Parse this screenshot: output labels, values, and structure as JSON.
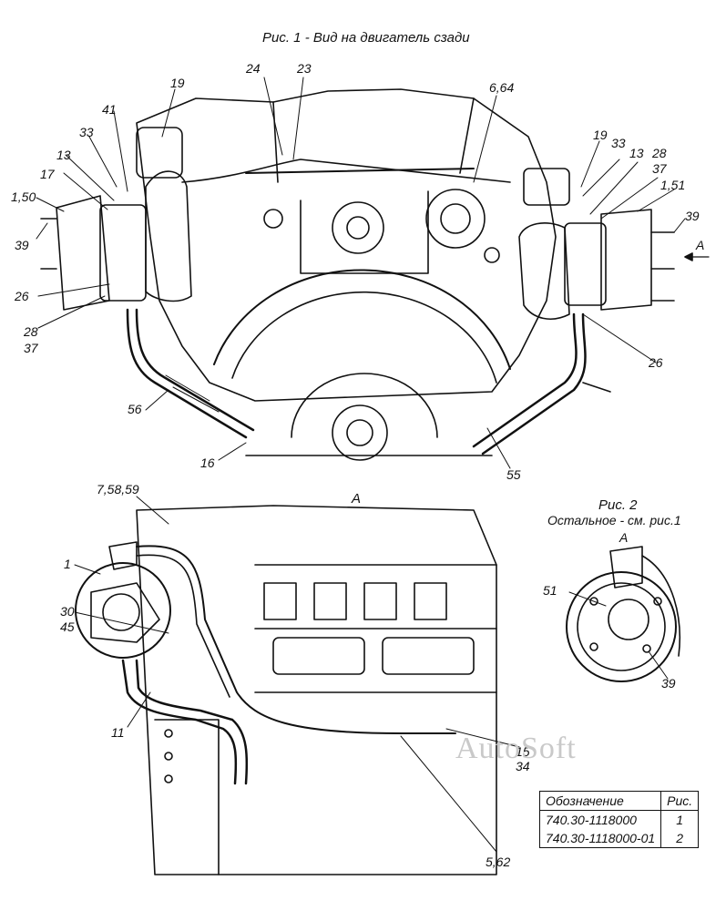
{
  "fig1_title": "Рис. 1  - Вид на двигатель сзади",
  "view_a_title": "А",
  "fig2_title": "Рис. 2",
  "fig2_note": "Остальное - см. рис.1",
  "fig2_view": "А",
  "arrow_a": "А",
  "watermark": "AutoSoft",
  "labels": {
    "l19a": "19",
    "l24": "24",
    "l23": "23",
    "l664": "6,64",
    "l41": "41",
    "l33a": "33",
    "l13a": "13",
    "l17": "17",
    "l150": "1,50",
    "l39a": "39",
    "l26a": "26",
    "l28a": "28",
    "l37a": "37",
    "l56": "56",
    "l16": "16",
    "l19b": "19",
    "l33b": "33",
    "l13b": "13",
    "l28b": "28",
    "l37b": "37",
    "l151": "1,51",
    "l39b": "39",
    "l26b": "26",
    "l55": "55",
    "l75859": "7,58,59",
    "l1": "1",
    "l30": "30",
    "l45": "45",
    "l11": "11",
    "l15": "15",
    "l34": "34",
    "l562": "5,62",
    "l51": "51",
    "l39c": "39"
  },
  "table": {
    "col_designation": "Обозначение",
    "col_fig": "Рис.",
    "rows": [
      {
        "designation": "740.30-1118000",
        "fig": "1"
      },
      {
        "designation": "740.30-1118000-01",
        "fig": "2"
      }
    ]
  }
}
